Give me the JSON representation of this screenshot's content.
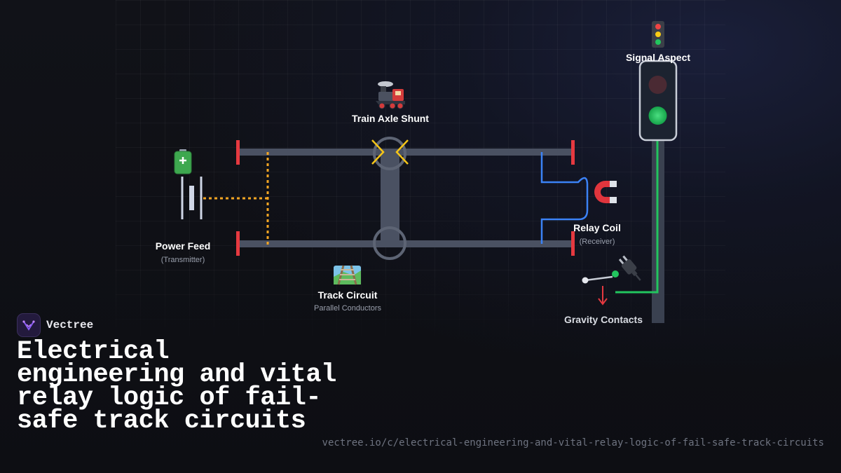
{
  "brand": {
    "name": "Vectree",
    "logo_icon": "vectree-logo-icon",
    "accent_color": "#8b5cf6"
  },
  "title": "Electrical engineering and vital relay logic of fail-safe track circuits",
  "url": "vectree.io/c/electrical-engineering-and-vital-relay-logic-of-fail-safe-track-circuits",
  "diagram": {
    "power_feed": {
      "icon": "battery-icon",
      "label": "Power Feed",
      "sublabel": "(Transmitter)"
    },
    "train_axle": {
      "icon": "locomotive-icon",
      "label": "Train Axle Shunt"
    },
    "track_circuit": {
      "icon": "railway-track-icon",
      "label": "Track Circuit",
      "sublabel": "Parallel Conductors"
    },
    "relay_coil": {
      "icon": "magnet-icon",
      "label": "Relay Coil",
      "sublabel": "(Receiver)"
    },
    "gravity_contacts": {
      "icon": "plug-icon",
      "label": "Gravity Contacts"
    },
    "signal": {
      "icon": "traffic-light-icon",
      "label": "Signal Aspect",
      "active_aspect": "green"
    },
    "colors": {
      "rail": "#4a5162",
      "insulated_joint": "#e53940",
      "feed_wire": "#f5a623",
      "relay_wire": "#3b82f6",
      "signal_wire": "#22c55e",
      "shunt_spark": "#f5c518",
      "arrow": "#e53940"
    }
  }
}
